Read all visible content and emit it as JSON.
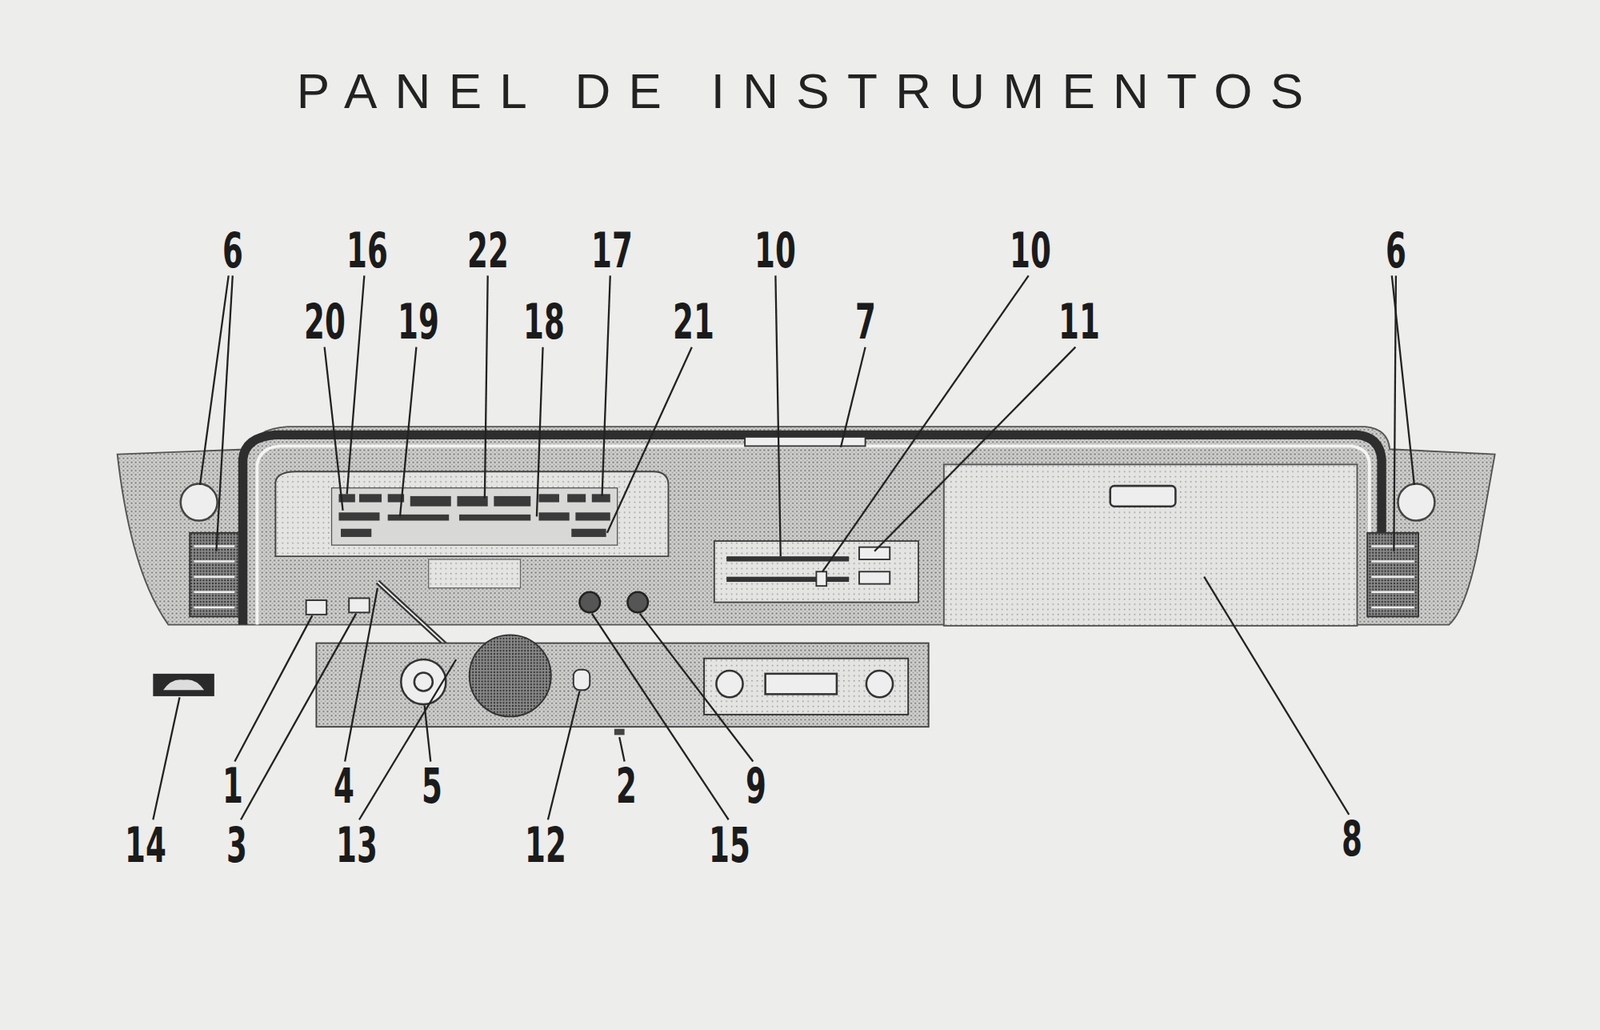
{
  "diagram": {
    "title": "PANEL DE INSTRUMENTOS",
    "labels": [
      "6",
      "16",
      "22",
      "17",
      "10",
      "10",
      "6",
      "20",
      "19",
      "18",
      "21",
      "7",
      "11",
      "1",
      "4",
      "5",
      "2",
      "9",
      "14",
      "3",
      "13",
      "12",
      "15",
      "8"
    ]
  }
}
